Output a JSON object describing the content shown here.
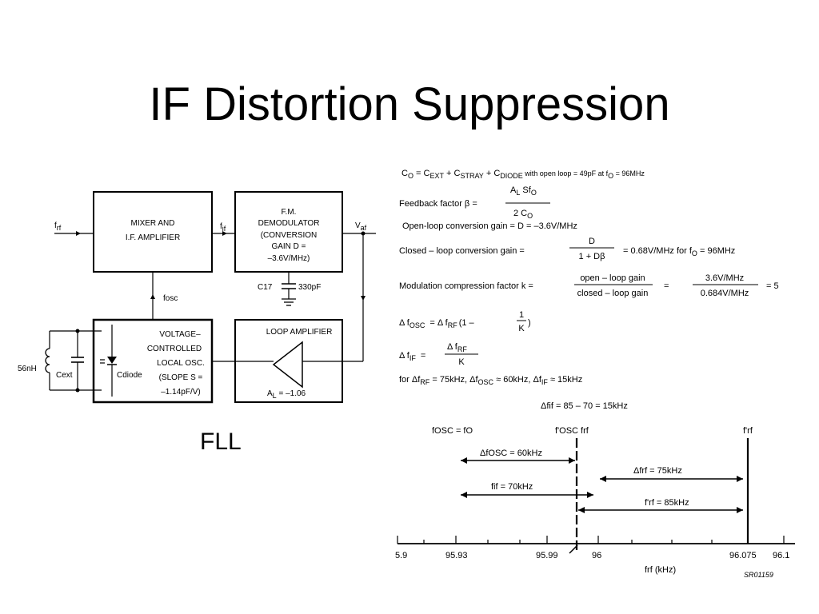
{
  "slide": {
    "title": "IF Distortion Suppression",
    "caption": "FLL"
  },
  "block_diagram": {
    "input_label_main": "f",
    "input_label_sub": "rf",
    "if_label_main": "f",
    "if_label_sub": "if",
    "output_label_main": "V",
    "output_label_sub": "af",
    "mixer": [
      "MIXER AND",
      "I.F. AMPLIFIER"
    ],
    "demodulator": [
      "F.M.",
      "DEMODULATOR",
      "(CONVERSION",
      "GAIN D =",
      "–3.6V/MHz)"
    ],
    "vco": [
      "VOLTAGE–",
      "CONTROLLED",
      "LOCAL OSC.",
      "(SLOPE S =",
      "–1.14pF/V)"
    ],
    "loop_amp_title": "LOOP AMPLIFIER",
    "loop_amp_gain_main": "A",
    "loop_amp_gain_sub": "L",
    "loop_amp_gain_value": " = –1.06",
    "fosc_label": "fosc",
    "cap_label": "C17",
    "cap_value": "330pF",
    "inductor_label": "56nH",
    "cext_label": "Cext",
    "cdiode_label": "Cdiode"
  },
  "equations": {
    "co_def": "C",
    "co_sub": "O",
    "co_rhs_1": " = C",
    "co_rhs_1_sub": "EXT",
    "co_rhs_2": " + C",
    "co_rhs_2_sub": "STRAY",
    "co_rhs_3": " + C",
    "co_rhs_3_sub": "DIODE",
    "co_tail": " with open loop = 49pF at f",
    "co_tail_sub": "O",
    "co_tail_end": " = 96MHz",
    "feedback_label": "Feedback factor β =",
    "feedback_num": "A",
    "feedback_num_sub": "L",
    "feedback_num_2": " Sf",
    "feedback_num_2_sub": "O",
    "feedback_den": "2 C",
    "feedback_den_sub": "O",
    "openloop": "Open-loop conversion gain = D = –3.6V/MHz",
    "closed_label": "Closed – loop conversion gain =",
    "closed_num": "D",
    "closed_den": "1 + Dβ",
    "closed_result": "= 0.68V/MHz for f",
    "closed_result_sub": "O",
    "closed_result_end": " = 96MHz",
    "mod_label": "Modulation compression factor k =",
    "mod_num1": "open – loop gain",
    "mod_den1": "closed – loop gain",
    "mod_eq": "=",
    "mod_num2": "3.6V/MHz",
    "mod_den2": "0.684V/MHz",
    "mod_result": "= 5",
    "dfosc_lhs": "Δ f",
    "dfosc_lhs_sub": "OSC",
    "dfosc_rhs": "= Δ f",
    "dfosc_rhs_sub": "RF",
    "dfosc_paren_open": "(1 –",
    "dfosc_frac_num": "1",
    "dfosc_frac_den": "K",
    "dfosc_paren_close": ")",
    "dfif_lhs": "Δ f",
    "dfif_lhs_sub": "IF",
    "dfif_eq": "=",
    "dfif_num": "Δ f",
    "dfif_num_sub": "RF",
    "dfif_den": "K",
    "for_line_1": "for Δf",
    "for_line_1_sub": "RF",
    "for_line_2": " = 75kHz, Δf",
    "for_line_2_sub": "OSC",
    "for_line_3": " ≈ 60kHz, Δf",
    "for_line_3_sub": "IF",
    "for_line_4": " ≈ 15kHz",
    "dfif_final": "Δfif = 85 – 70 = 15kHz"
  },
  "spectrum": {
    "top_label_1": "fOSC = fO",
    "top_label_2": "f'OSC  frf",
    "top_label_3": "f'rf",
    "arrow_dfosc": "ΔfOSC = 60kHz",
    "arrow_dfrf": "Δfrf = 75kHz",
    "arrow_fif": "fif = 70kHz",
    "arrow_frf": "f'rf = 85kHz",
    "ticks": [
      "5.9",
      "95.93",
      "95.99",
      "96",
      "96.075",
      "96.1"
    ],
    "axis_label": "frf (kHz)",
    "figure_code": "SR01159"
  }
}
